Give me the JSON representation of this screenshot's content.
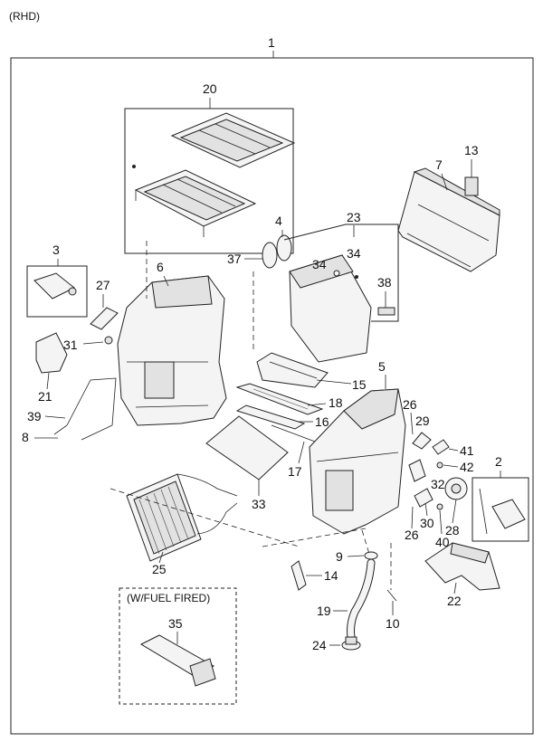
{
  "header": {
    "variant": "(RHD)",
    "assembly_no": "1"
  },
  "fuel_fired_box": {
    "label": "(W/FUEL FIRED)"
  },
  "callouts": {
    "c1": "1",
    "c2": "2",
    "c3": "3",
    "c4": "4",
    "c5": "5",
    "c6": "6",
    "c7": "7",
    "c8": "8",
    "c9": "9",
    "c10": "10",
    "c13": "13",
    "c14": "14",
    "c15": "15",
    "c16": "16",
    "c17": "17",
    "c18": "18",
    "c19": "19",
    "c20": "20",
    "c21": "21",
    "c22": "22",
    "c23": "23",
    "c24": "24",
    "c25": "25",
    "c26a": "26",
    "c26b": "26",
    "c27": "27",
    "c28": "28",
    "c29": "29",
    "c30": "30",
    "c31": "31",
    "c32": "32",
    "c33": "33",
    "c34a": "34",
    "c34b": "34",
    "c35": "35",
    "c37": "37",
    "c38": "38",
    "c39": "39",
    "c40": "40",
    "c41": "41",
    "c42": "42"
  }
}
